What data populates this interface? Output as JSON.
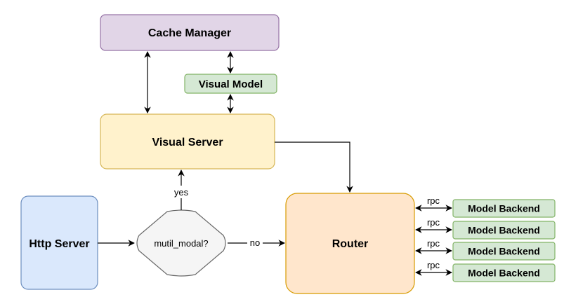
{
  "nodes": {
    "cache_manager": "Cache Manager",
    "visual_model": "Visual Model",
    "visual_server": "Visual Server",
    "http_server": "Http Server",
    "decision": "mutil_modal?",
    "router": "Router",
    "backends": [
      "Model Backend",
      "Model Backend",
      "Model Backend",
      "Model Backend"
    ]
  },
  "edges": {
    "yes": "yes",
    "no": "no",
    "rpc": [
      "rpc",
      "rpc",
      "rpc",
      "rpc"
    ]
  },
  "colors": {
    "cache_fill": "#e1d5e7",
    "cache_stroke": "#9673a6",
    "green_fill": "#d5e8d4",
    "green_stroke": "#82b366",
    "yellow_fill": "#fff2cc",
    "yellow_stroke": "#d6b656",
    "blue_fill": "#dae8fc",
    "blue_stroke": "#6c8ebf",
    "grey_fill": "#f5f5f5",
    "grey_stroke": "#666666",
    "orange_fill": "#ffe6cc",
    "orange_stroke": "#d79b00"
  }
}
